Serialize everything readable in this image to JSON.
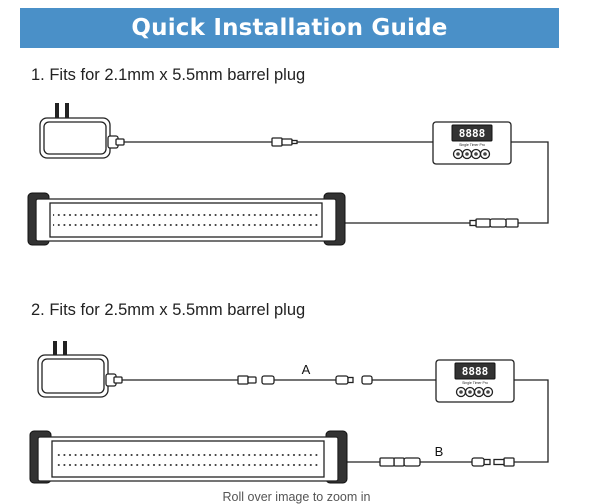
{
  "guide": {
    "title": "Quick Installation Guide",
    "step1_label": "1. Fits for 2.1mm x 5.5mm barrel plug",
    "step2_label": "2. Fits for 2.5mm x 5.5mm barrel plug"
  },
  "controller": {
    "display_text": "8888",
    "caption": "Single Timer Pro"
  },
  "connectors": {
    "a": "A",
    "b": "B"
  },
  "footer": {
    "hint": "Roll over image to zoom in"
  },
  "colors": {
    "banner": "#4a90c8",
    "banner_text": "#ffffff",
    "line": "#222222"
  }
}
